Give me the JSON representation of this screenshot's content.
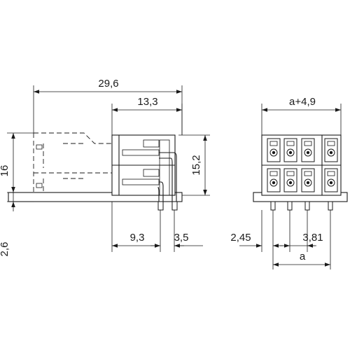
{
  "dimensions": {
    "overall_length": "29,6",
    "body_length": "13,3",
    "height_left": "16",
    "height_right": "15,2",
    "bottom_offset": "2,6",
    "pin_row_offset": "9,3",
    "pin_spacing_side": "3,5",
    "front_width": "a+4,9",
    "first_pin_offset": "2,45",
    "pitch": "3,81",
    "pin_span": "a"
  }
}
